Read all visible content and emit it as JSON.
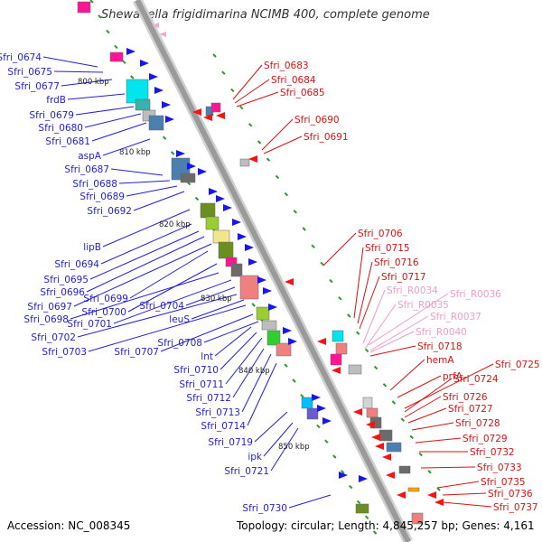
{
  "title": "Shewanella frigidimarina NCIMB 400, complete genome",
  "accession": "Accession: NC_008345",
  "topology": "Topology: circular; Length: 4,845,257 bp; Genes: 4,161",
  "colors": {
    "blue_labels": "#1f1fe0",
    "red_labels": "#e01010",
    "pink_labels": "#f29bc9",
    "backbone": "#a9a9a9"
  },
  "scale_labels": [
    "800 kbp",
    "810 kbp",
    "820 kbp",
    "830 kbp",
    "840 kbp",
    "850 kbp"
  ],
  "left_labels": [
    "Sfri_0674",
    "Sfri_0675",
    "Sfri_0677",
    "frdB",
    "Sfri_0679",
    "Sfri_0680",
    "Sfri_0681",
    "aspA",
    "Sfri_0687",
    "Sfri_0688",
    "Sfri_0689",
    "Sfri_0692",
    "lipB",
    "Sfri_0694",
    "Sfri_0695",
    "Sfri_0696",
    "Sfri_0699",
    "Sfri_0697",
    "Sfri_0700",
    "Sfri_0698",
    "Sfri_0701",
    "Sfri_0704",
    "Sfri_0702",
    "leuS",
    "Sfri_0703",
    "Sfri_0707",
    "Sfri_0708",
    "lnt",
    "Sfri_0710",
    "Sfri_0711",
    "Sfri_0712",
    "Sfri_0713",
    "Sfri_0714",
    "Sfri_0719",
    "ipk",
    "Sfri_0721",
    "Sfri_0730"
  ],
  "right_labels": [
    "Sfri_0683",
    "Sfri_0684",
    "Sfri_0685",
    "Sfri_0690",
    "Sfri_0691",
    "Sfri_0706",
    "Sfri_0715",
    "Sfri_0716",
    "Sfri_0717",
    "Sfri_0718",
    "hemA",
    "prfA",
    "Sfri_0725",
    "Sfri_0724",
    "Sfri_0726",
    "Sfri_0727",
    "Sfri_0728",
    "Sfri_0729",
    "Sfri_0732",
    "Sfri_0733",
    "Sfri_0735",
    "Sfri_0736",
    "Sfri_0737"
  ],
  "rna_labels": [
    "Sfri_R0034",
    "Sfri_R0036",
    "Sfri_R0035",
    "Sfri_R0037",
    "Sfri_R0040"
  ]
}
